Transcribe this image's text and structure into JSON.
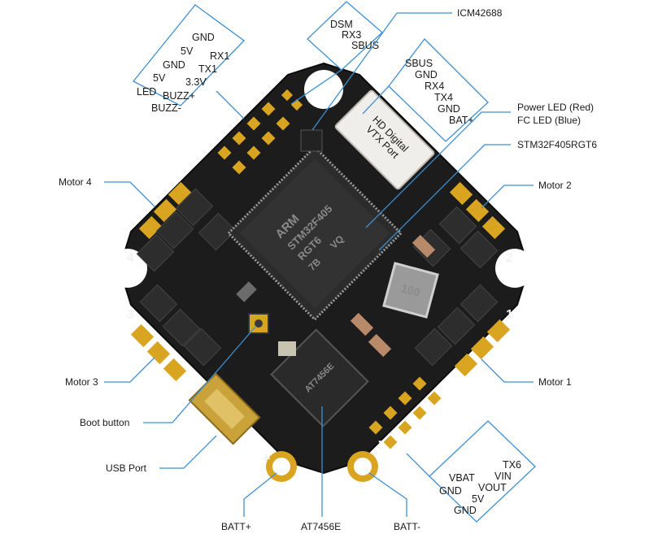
{
  "colors": {
    "leader": "#3d8fd1",
    "board": "#1c1c1c",
    "pad": "#d9a521",
    "text": "#1a1a1a"
  },
  "callouts": {
    "motor4": "Motor 4",
    "motor3": "Motor 3",
    "motor2": "Motor 2",
    "motor1": "Motor 1",
    "boot_button": "Boot button",
    "usb_port": "USB Port",
    "batt_plus": "BATT+",
    "batt_minus": "BATT-",
    "at7456e": "AT7456E",
    "icm42688": "ICM42688",
    "power_led": "Power LED (Red)",
    "fc_led": "FC LED (Blue)",
    "stm32": "STM32F405RGT6"
  },
  "pinout_left": [
    "GND",
    "5V",
    "RX1",
    "GND",
    "TX1",
    "5V",
    "3.3V",
    "LED",
    "BUZZ+",
    "BUZZ-"
  ],
  "pinout_dsm": [
    "DSM",
    "RX3",
    "SBUS"
  ],
  "pinout_vtx": [
    "SBUS",
    "GND",
    "RX4",
    "TX4",
    "GND",
    "BAT+"
  ],
  "pinout_bottom": [
    "TX6",
    "VBAT",
    "VIN",
    "GND",
    "VOUT",
    "5V",
    "GND"
  ],
  "board": {
    "corner_numbers": [
      "4",
      "2",
      "3",
      "1"
    ],
    "vtx_port_label": [
      "HD Digital",
      "VTX Port"
    ],
    "mcu_marking": [
      "ARM",
      "STM32F405",
      "RGT6",
      "7B",
      "VQ"
    ],
    "osd_marking": "AT7456E",
    "inductor_marking": "100",
    "silk_plus": "+",
    "silk_minus": "-"
  }
}
